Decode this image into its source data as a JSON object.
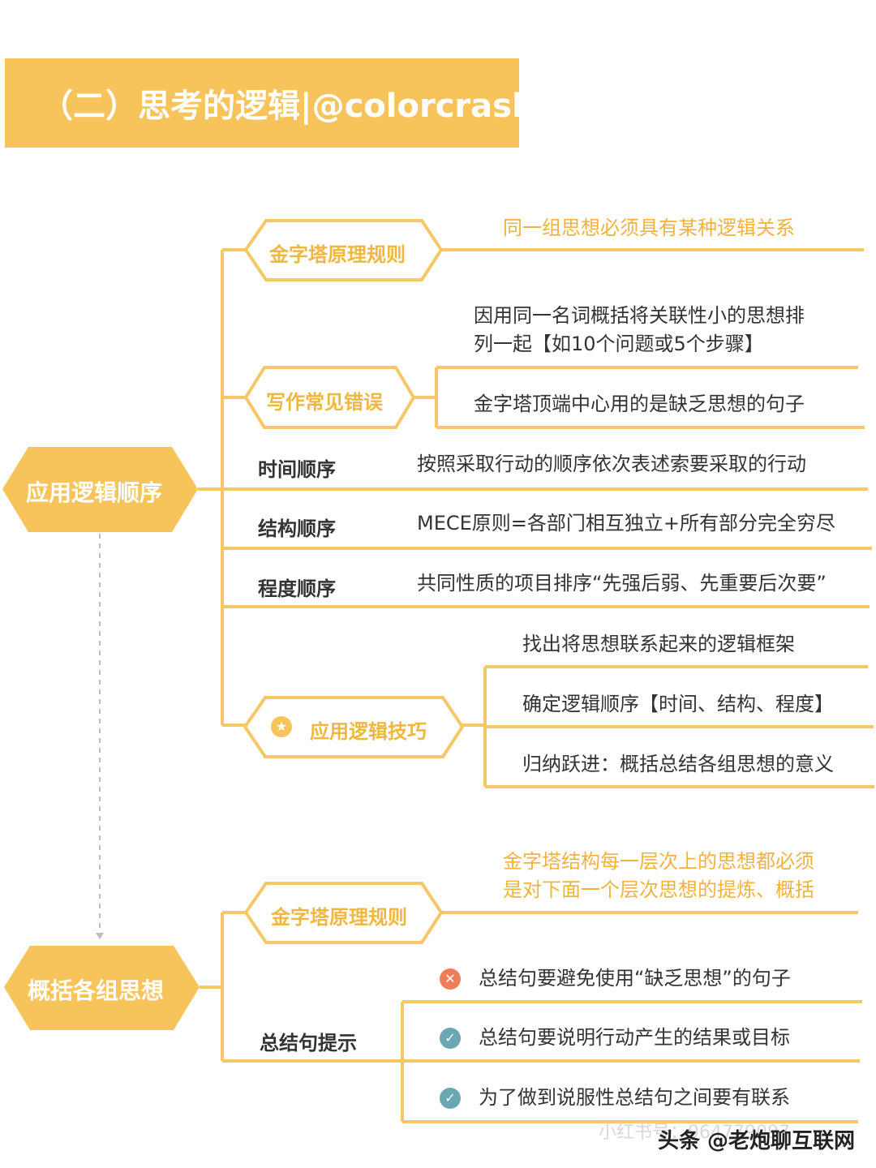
{
  "title": "（二）思考的逻辑|@colorcrash",
  "section1": {
    "root": "应用逻辑顺序",
    "rule_node": "金字塔原理规则",
    "rule_text": "同一组思想必须具有某种逻辑关系",
    "error_node": "写作常见错误",
    "error_items": [
      "因用同一名词概括将关联性小的思想排",
      "列一起【如10个问题或5个步骤】",
      "金字塔顶端中心用的是缺乏思想的句子"
    ],
    "orders": [
      {
        "label": "时间顺序",
        "text": "按照采取行动的顺序依次表述索要采取的行动"
      },
      {
        "label": "结构顺序",
        "text": "MECE原则=各部门相互独立+所有部分完全穷尽"
      },
      {
        "label": "程度顺序",
        "text": "共同性质的项目排序“先强后弱、先重要后次要”"
      }
    ],
    "skill_node": "应用逻辑技巧",
    "skill_items": [
      "找出将思想联系起来的逻辑框架",
      "确定逻辑顺序【时间、结构、程度】",
      "归纳跃进：概括总结各组思想的意义"
    ]
  },
  "section2": {
    "root": "概括各组思想",
    "rule_node": "金字塔原理规则",
    "rule_lines": [
      "金字塔结构每一层次上的思想都必须",
      "是对下面一个层次思想的提炼、概括"
    ],
    "summary_node": "总结句提示",
    "summary_items": [
      {
        "icon": "x-icon",
        "text": "总结句要避免使用“缺乏思想”的句子"
      },
      {
        "icon": "check-icon",
        "text": "总结句要说明行动产生的结果或目标"
      },
      {
        "icon": "check-icon",
        "text": "为了做到说服性总结句之间要有联系"
      }
    ]
  },
  "footer": "头条 @老炮聊互联网",
  "footer_faint": "小红书号：964779097",
  "colors": {
    "accent": "#f7c35b",
    "line": "#f5c766",
    "orange_text": "#f3b13d",
    "x": "#f07c5a",
    "check": "#6aa7b2"
  }
}
